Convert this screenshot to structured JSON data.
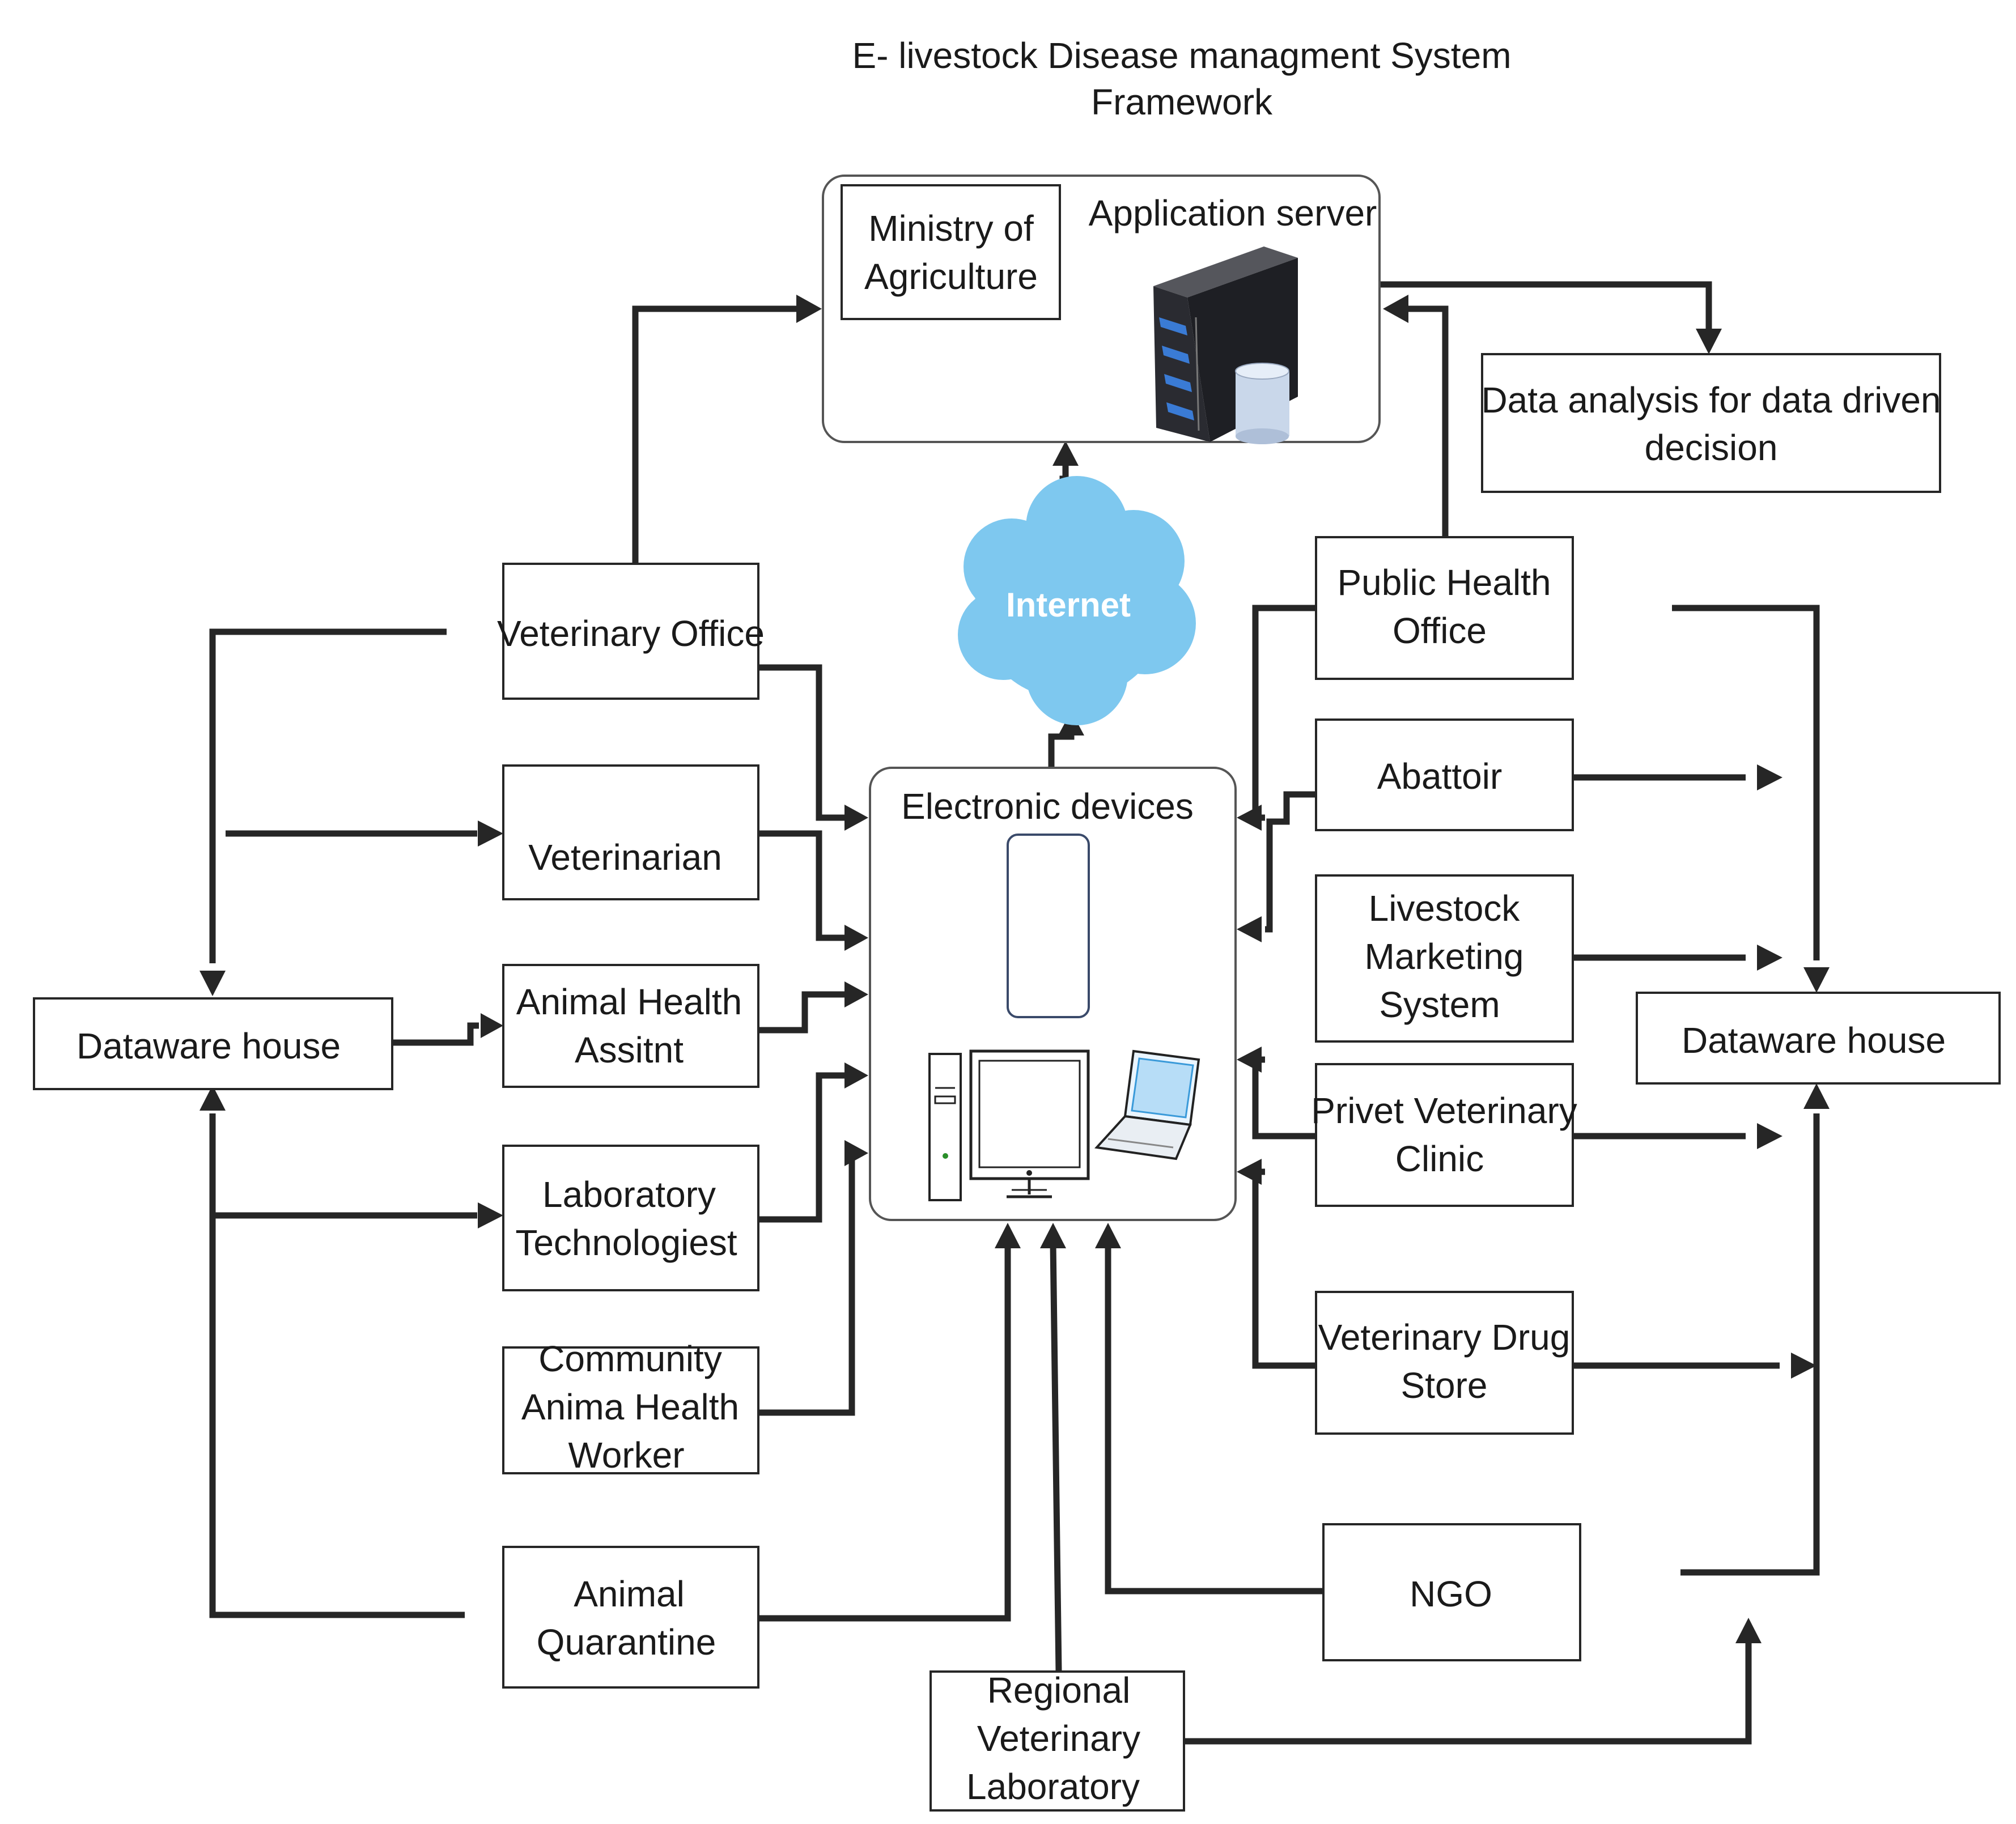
{
  "title": {
    "line1": "E- livestock Disease managment System",
    "line2": "Framework"
  },
  "app_server": {
    "label": "Application server",
    "ministry": [
      "Ministry of",
      "Agriculture"
    ]
  },
  "data_analysis": [
    "Data analysis  for data driven",
    "decision"
  ],
  "internet": {
    "label": "Internet",
    "icon": "cloud-icon"
  },
  "devices": {
    "label": "Electronic devices",
    "icons": [
      "phone-icon",
      "desktop-tower-icon",
      "monitor-icon",
      "laptop-icon"
    ]
  },
  "left_nodes": {
    "veterinary_office": [
      "Veterinary Office"
    ],
    "veterinarian": [
      "Veterinarian"
    ],
    "animal_health_assistant": [
      "Animal Health",
      "Assitnt"
    ],
    "laboratory_technologist": [
      "Laboratory",
      "Technologiest"
    ],
    "community_worker": [
      "Community",
      "Anima Health",
      "Worker"
    ],
    "animal_quarantine": [
      "Animal",
      "Quarantine"
    ]
  },
  "right_nodes": {
    "public_health_office": [
      "Public Health",
      "Office"
    ],
    "abattoir": [
      "Abattoir"
    ],
    "livestock_marketing": [
      "Livestock",
      "Marketing",
      "System"
    ],
    "private_clinic": [
      "Privet Veterinary",
      "Clinic"
    ],
    "drug_store": [
      "Veterinary Drug",
      "Store"
    ],
    "ngo": [
      "NGO"
    ]
  },
  "bottom_nodes": {
    "regional_lab": [
      "Regional",
      "Veterinary",
      "Laboratory"
    ]
  },
  "dataware_left": [
    "Dataware house"
  ],
  "dataware_right": [
    "Dataware house"
  ],
  "colors": {
    "line": "#262626",
    "cloud": "#7ec8ef",
    "server_dark": "#1e1f24",
    "server_accent": "#3a7bd5"
  }
}
